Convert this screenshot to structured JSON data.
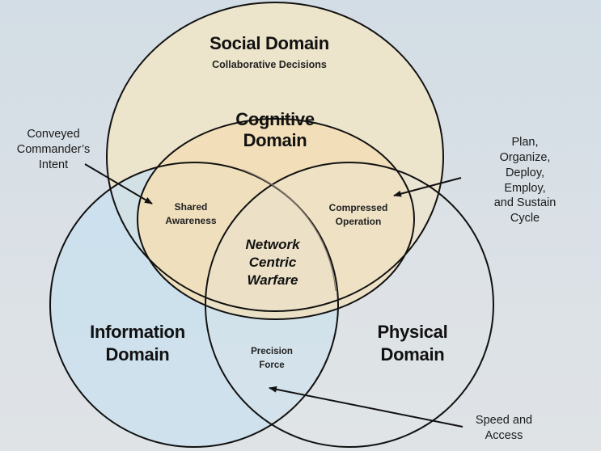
{
  "colors": {
    "background": "#d5dee5",
    "social_fill": "#ede4cc",
    "cognitive_fill": "#f2deb6",
    "information_fill": "#c8e0ef",
    "outline": "#111111"
  },
  "domains": {
    "social": {
      "title": "Social Domain",
      "subtitle": "Collaborative Decisions"
    },
    "cognitive": {
      "title": "Cognitive\nDomain"
    },
    "information": {
      "title": "Information\nDomain"
    },
    "physical": {
      "title": "Physical\nDomain"
    }
  },
  "intersections": {
    "shared_awareness": "Shared\nAwareness",
    "compressed_operation": "Compressed\nOperation",
    "network_centric_warfare": "Network\nCentric\nWarfare",
    "precision_force": "Precision\nForce"
  },
  "callouts": {
    "commanders_intent": "Conveyed\nCommander’s\nIntent",
    "cycle": "Plan, Organize,\nDeploy, Employ,\nand Sustain Cycle",
    "speed_access": "Speed and\nAccess"
  }
}
